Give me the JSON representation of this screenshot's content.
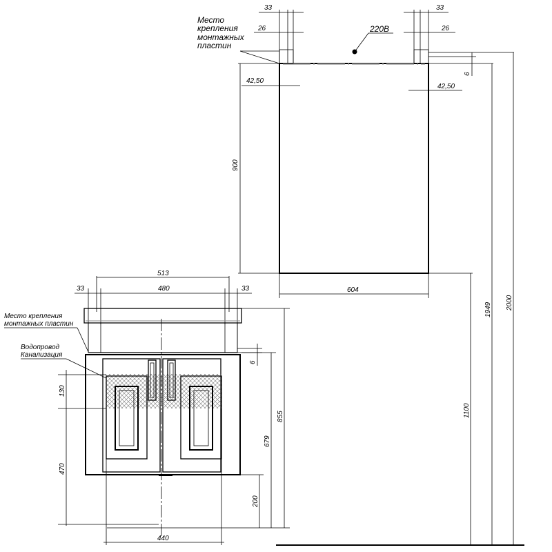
{
  "mirror": {
    "label_line1": "Место",
    "label_line2": "крепления",
    "label_line3": "монтажных",
    "label_line4": "пластин",
    "outlet": "220В",
    "dims": {
      "top_left_33": "33",
      "top_left_26": "26",
      "top_right_33": "33",
      "top_right_26": "26",
      "left_4250": "42,50",
      "right_4250": "42,50",
      "gap_6": "6",
      "height_900": "900",
      "width_604": "604"
    }
  },
  "cabinet": {
    "label_mount_line1": "Место крепления",
    "label_mount_line2": "монтажных пластин",
    "label_pipes_line1": "Водопровод",
    "label_pipes_line2": "Канализация",
    "dims": {
      "w_513": "513",
      "w_480": "480",
      "left_33": "33",
      "right_33": "33",
      "gap_6": "6",
      "h_130": "130",
      "h_470": "470",
      "h_855": "855",
      "h_679": "679",
      "h_200": "200",
      "w_440": "440"
    }
  },
  "overall": {
    "h_1100": "1100",
    "h_1949": "1949",
    "h_2000": "2000"
  }
}
